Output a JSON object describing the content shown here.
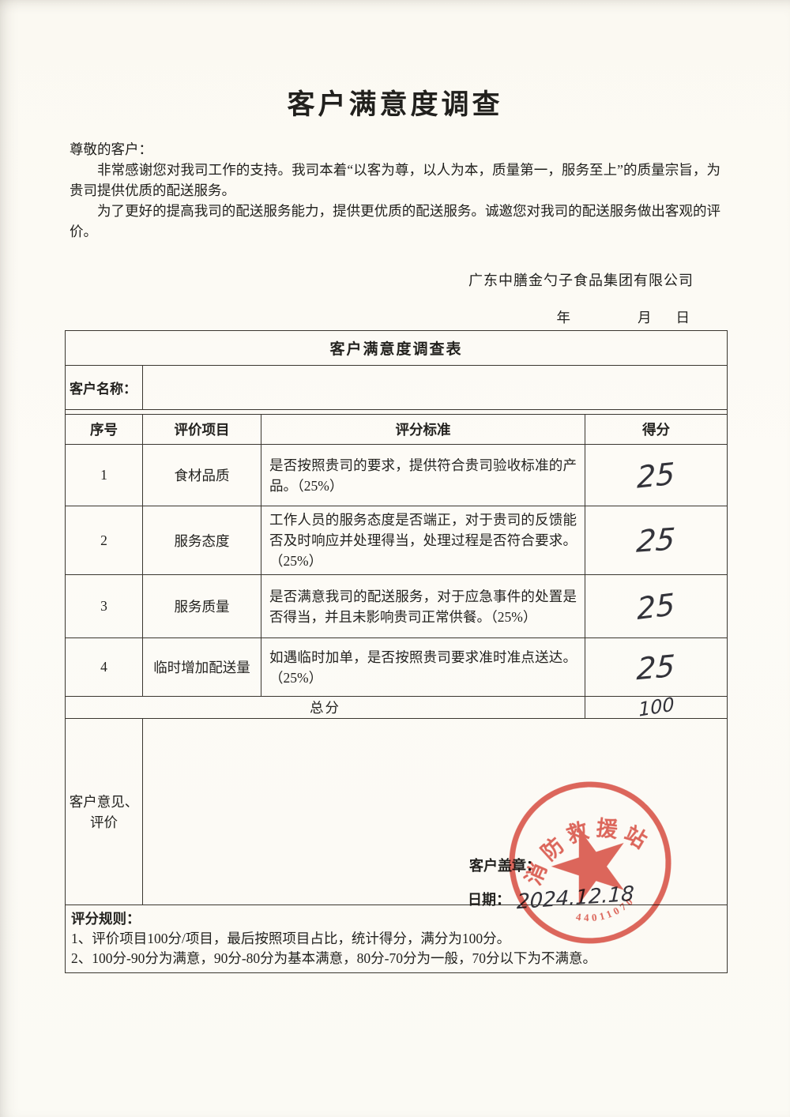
{
  "doc": {
    "title": "客户满意度调查",
    "salutation": "尊敬的客户：",
    "para1": "非常感谢您对我司工作的支持。我司本着“以客为尊，以人为本，质量第一，服务至上”的质量宗旨，为贵司提供优质的配送服务。",
    "para2": "为了更好的提高我司的配送服务能力，提供更优质的配送服务。诚邀您对我司的配送服务做出客观的评价。",
    "company": "广东中膳金勺子食品集团有限公司",
    "date_year_label": "年",
    "date_month_label": "月",
    "date_day_label": "日"
  },
  "table": {
    "title": "客户满意度调查表",
    "customer_name_label": "客户名称：",
    "customer_name_value": "",
    "headers": [
      "序号",
      "评价项目",
      "评分标准",
      "得分"
    ],
    "rows": [
      {
        "no": "1",
        "item": "食材品质",
        "criteria": "是否按照贵司的要求，提供符合贵司验收标准的产品。（25%）",
        "score": "25"
      },
      {
        "no": "2",
        "item": "服务态度",
        "criteria": "工作人员的服务态度是否端正，对于贵司的反馈能否及时响应并处理得当，处理过程是否符合要求。（25%）",
        "score": "25"
      },
      {
        "no": "3",
        "item": "服务质量",
        "criteria": "是否满意我司的配送服务，对于应急事件的处置是否得当，并且未影响贵司正常供餐。（25%）",
        "score": "25"
      },
      {
        "no": "4",
        "item": "临时增加配送量",
        "criteria": "如遇临时加单，是否按照贵司要求准时准点送达。（25%）",
        "score": "25"
      }
    ],
    "total_label": "总分",
    "total_score": "100",
    "feedback_label": "客户意见、评价",
    "stamp_line_label": "客户盖章：",
    "date_line_label": "日期：",
    "date_value": "2024.12.18"
  },
  "rules": {
    "title": "评分规则：",
    "items": [
      "1、评价项目100分/项目，最后按照项目占比，统计得分，满分为100分。",
      "2、100分-90分为满意，90分-80分为基本满意，80分-70分为一般，70分以下为不满意。"
    ]
  },
  "stamp": {
    "arc_text": "消防救援站",
    "serial": "44011070",
    "star": "★",
    "color": "#d8473c"
  }
}
